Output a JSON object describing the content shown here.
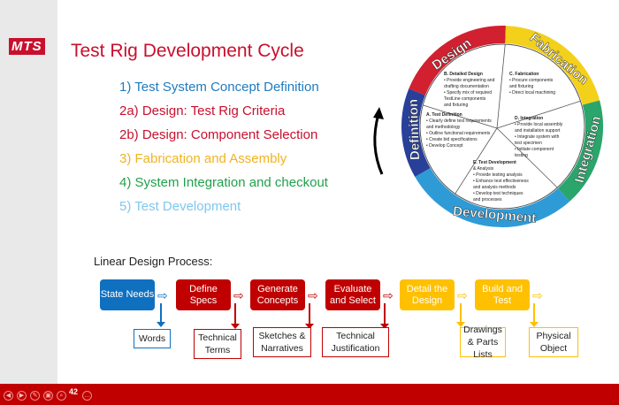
{
  "logo": "MTS",
  "title": "Test Rig Development Cycle",
  "steps": [
    {
      "text": "1)  Test System Concept Definition",
      "color": "#1f7bbf"
    },
    {
      "text": "2a) Design:  Test Rig Criteria",
      "color": "#c8102e"
    },
    {
      "text": "2b) Design:  Component Selection",
      "color": "#c8102e"
    },
    {
      "text": "3) Fabrication and Assembly",
      "color": "#f0b323"
    },
    {
      "text": "4) System Integration and checkout",
      "color": "#22a04b"
    },
    {
      "text": "5)  Test Development",
      "color": "#7fc7ef"
    }
  ],
  "wheel": {
    "rim": [
      "Design",
      "Fabrication",
      "Integration",
      "Development",
      "Definition"
    ],
    "B": [
      "B. Detailed Design",
      "• Provide engineering and",
      "  drafting documentation",
      "• Specify mix of required",
      "  TestLine components",
      "  and fixturing"
    ],
    "C": [
      "C. Fabrication",
      "• Procure components",
      "  and fixturing",
      "• Direct local machining"
    ],
    "A": [
      "A. Test Definition",
      "• Clearly define test requirements",
      "  and methodology",
      "• Outline functional requirements",
      "• Create bid specifications",
      "• Develop Concept"
    ],
    "D": [
      "D. Integration",
      "• Provide local assembly",
      "  and installation support",
      "• Integrate system with",
      "  test specimen",
      "• Initiate component",
      "  testing"
    ],
    "E": [
      "E. Test Development",
      "  & Analysis",
      "• Provide testing analysis",
      "• Enhance test effectiveness",
      "  and analysis methods",
      "• Develop test techniques",
      "  and processes"
    ]
  },
  "linear": {
    "heading": "Linear Design Process:",
    "boxes": [
      "State Needs",
      "Define Specs",
      "Generate Concepts",
      "Evaluate and Select",
      "Detail the Design",
      "Build and Test"
    ],
    "outputs": [
      "Words",
      "Technical Terms",
      "Sketches & Narratives",
      "Technical Justification",
      "Drawings & Parts Lists",
      "Physical Object"
    ],
    "colors": {
      "blue": "#1070c0",
      "red": "#c00000",
      "yellow": "#ffc000"
    }
  },
  "footer": {
    "page": "42"
  }
}
